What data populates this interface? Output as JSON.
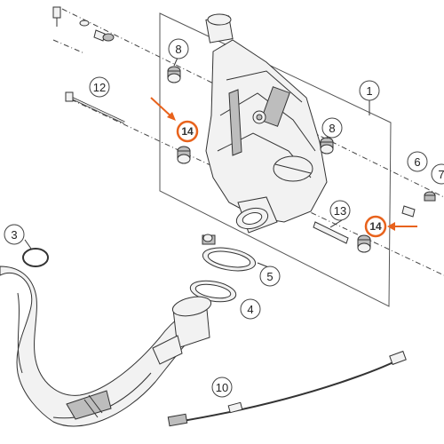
{
  "diagram": {
    "callouts": [
      {
        "id": "c1",
        "label": "1"
      },
      {
        "id": "c3",
        "label": "3"
      },
      {
        "id": "c4",
        "label": "4"
      },
      {
        "id": "c5",
        "label": "5"
      },
      {
        "id": "c6",
        "label": "6"
      },
      {
        "id": "c7",
        "label": "7"
      },
      {
        "id": "c8a",
        "label": "8"
      },
      {
        "id": "c8b",
        "label": "8"
      },
      {
        "id": "c10",
        "label": "10"
      },
      {
        "id": "c12",
        "label": "12"
      },
      {
        "id": "c13",
        "label": "13"
      },
      {
        "id": "c14a",
        "label": "14"
      },
      {
        "id": "c14b",
        "label": "14"
      }
    ],
    "highlight_color": "#e8621c"
  }
}
